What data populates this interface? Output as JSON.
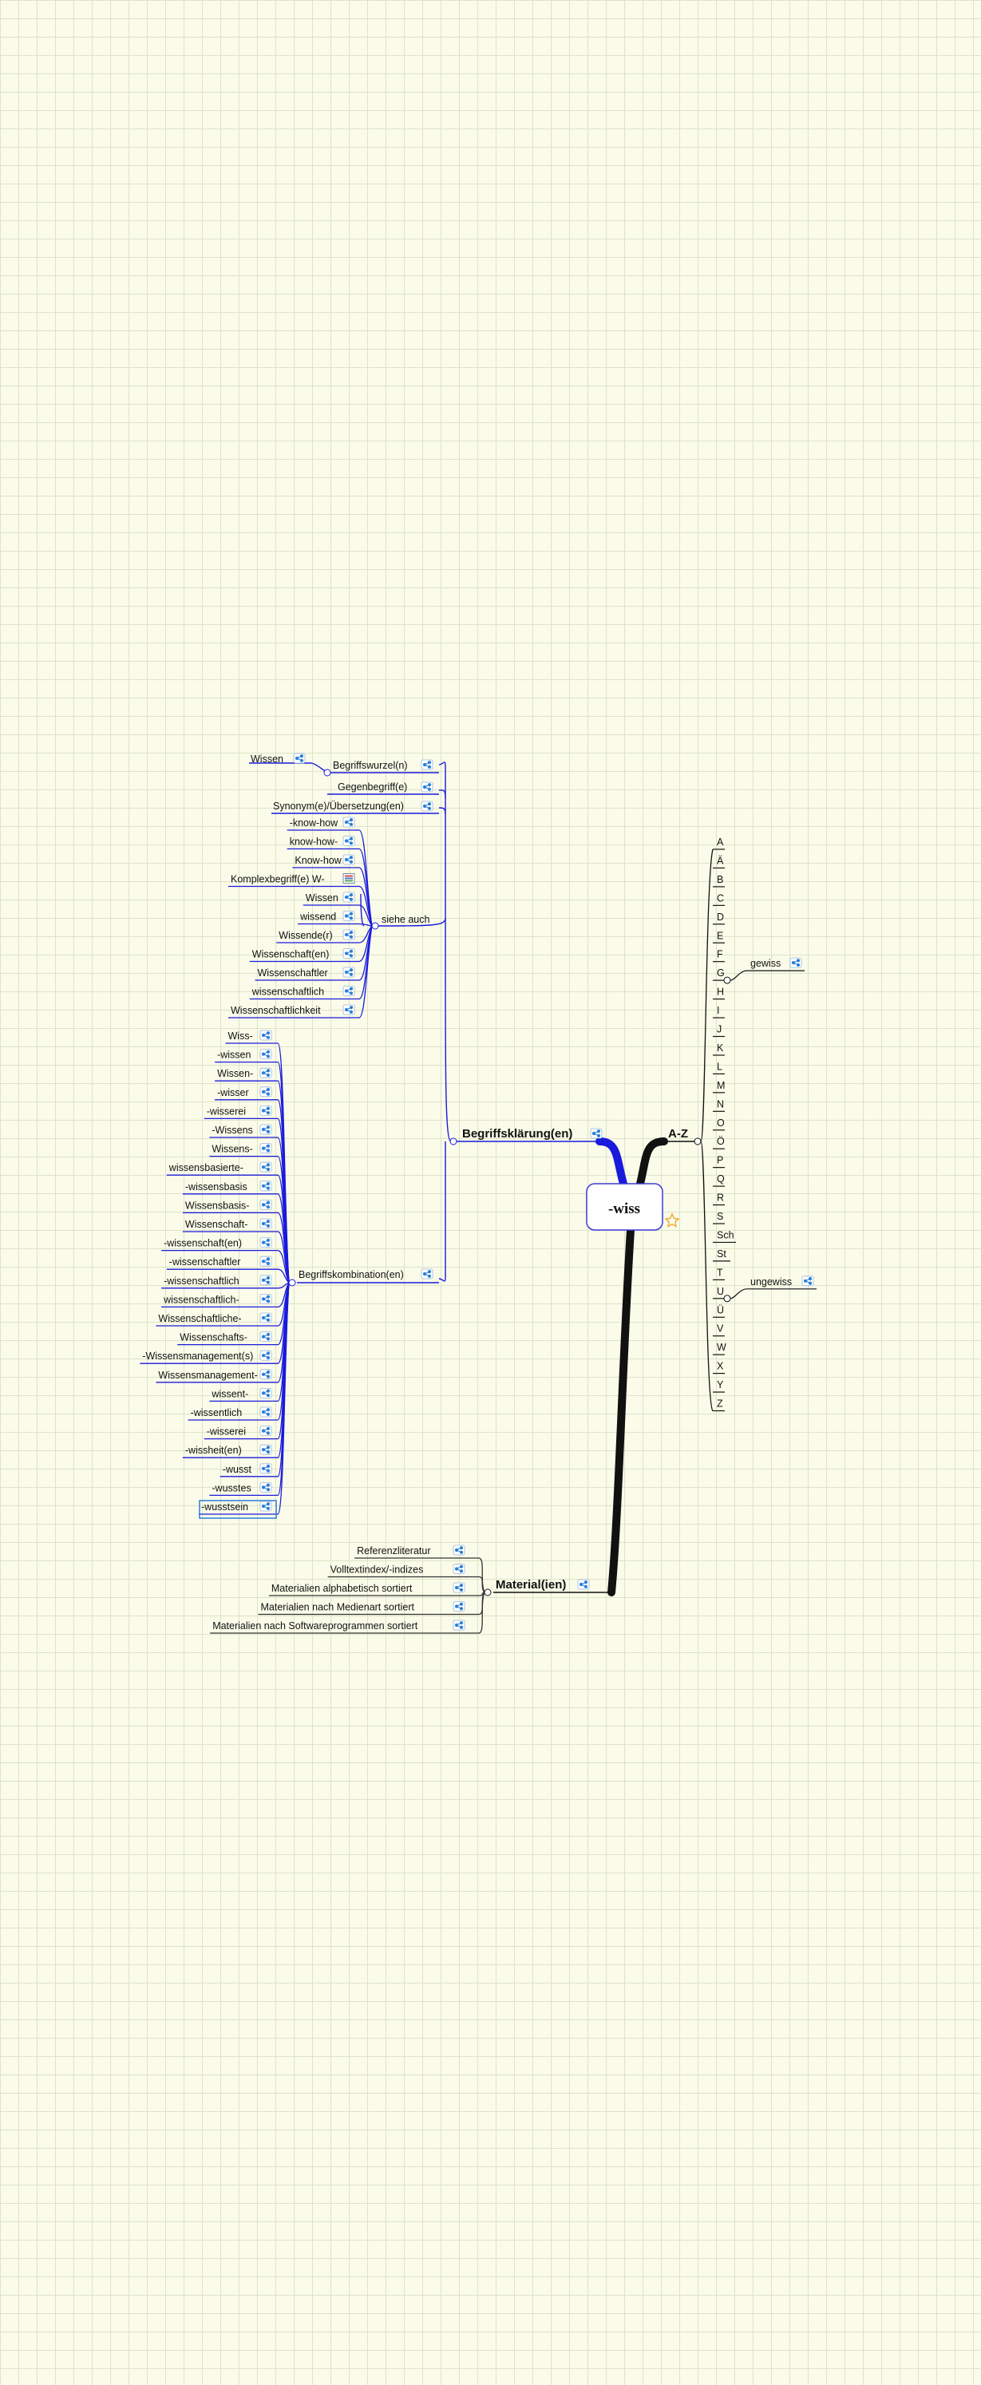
{
  "colors": {
    "background": "#fafbe9",
    "grid": "#dde3c8",
    "blue_branch": "#1a1adc",
    "black_branch": "#111111",
    "link_icon": "#2a7fd8",
    "star": "#f0a020"
  },
  "central": {
    "label": "-wiss",
    "marker": "star-icon"
  },
  "main_branches": {
    "begriffsklaerung": "Begriffsklärung(en)",
    "az": "A-Z",
    "materialien": "Material(ien)"
  },
  "begriffsklaerung": {
    "begriffswurzel": {
      "label": "Begriffswurzel(n)",
      "child": "Wissen"
    },
    "gegenbegriff": "Gegenbegriff(e)",
    "synonym": "Synonym(e)/Übersetzung(en)",
    "siehe_auch": {
      "label": "siehe auch",
      "items": [
        "-know-how",
        "know-how-",
        "Know-how",
        "Komplexbegriff(e) W-",
        "Wissen",
        "wissend",
        "Wissende(r)",
        "Wissenschaft(en)",
        "Wissenschaftler",
        "wissenschaftlich",
        "Wissenschaftlichkeit"
      ]
    },
    "kombination": {
      "label": "Begriffskombination(en)",
      "items": [
        "Wiss-",
        "-wissen",
        "Wissen-",
        "-wisser",
        "-wisserei",
        "-Wissens",
        "Wissens-",
        "wissensbasierte-",
        "-wissensbasis",
        "Wissensbasis-",
        "Wissenschaft-",
        "-wissenschaft(en)",
        "-wissenschaftler",
        "-wissenschaftlich",
        "wissenschaftlich-",
        "Wissenschaftliche-",
        "Wissenschafts-",
        "-Wissensmanagement(s)",
        "Wissensmanagement-",
        "wissent-",
        "-wissentlich",
        "-wisserei",
        "-wissheit(en)",
        "-wusst",
        "-wusstes",
        "-wusstsein"
      ]
    }
  },
  "az": {
    "letters": [
      "A",
      "Ä",
      "B",
      "C",
      "D",
      "E",
      "F",
      "G",
      "H",
      "I",
      "J",
      "K",
      "L",
      "M",
      "N",
      "O",
      "Ö",
      "P",
      "Q",
      "R",
      "S",
      "Sch",
      "St",
      "T",
      "U",
      "Ü",
      "V",
      "W",
      "X",
      "Y",
      "Z"
    ],
    "g_child": "gewiss",
    "u_child": "ungewiss"
  },
  "materialien": {
    "items": [
      "Referenzliteratur",
      "Volltextindex/-indizes",
      "Materialien alphabetisch sortiert",
      "Materialien nach Medienart sortiert",
      "Materialien nach Softwareprogrammen sortiert"
    ]
  }
}
